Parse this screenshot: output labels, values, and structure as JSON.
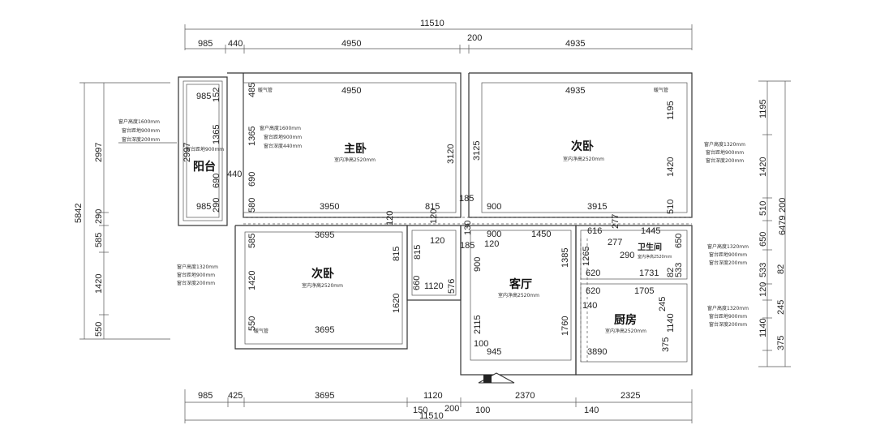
{
  "rooms": {
    "master_bedroom": "主卧",
    "second_bedroom_right": "次卧",
    "second_bedroom_left": "次卧",
    "balcony": "阳台",
    "living_room": "客厅",
    "kitchen": "厨房",
    "bathroom": "卫生间"
  },
  "room_heights": {
    "master_bedroom": "室内净高2520mm",
    "second_bedroom_right": "室内净高2520mm",
    "second_bedroom_left": "室内净高2520mm",
    "living_room": "室内净高2520mm",
    "kitchen": "室内净高2520mm",
    "bathroom": "室内净高2520mm"
  },
  "top_dims": {
    "overall": "11510",
    "gap": "200",
    "row": [
      "985",
      "440",
      "4950",
      "4935"
    ]
  },
  "bottom_dims": {
    "overall": "11510",
    "row": [
      "985",
      "425",
      "3695",
      "1120",
      "2370",
      "2325"
    ],
    "small": [
      "150",
      "200",
      "100",
      "140"
    ]
  },
  "left_dims": {
    "overall": "5842",
    "outer": [
      "2997",
      "290",
      "585",
      "1420",
      "550"
    ]
  },
  "right_dims": {
    "overall": "6479",
    "small": "200",
    "outer": [
      "1195",
      "1420",
      "510",
      "650",
      "82",
      "533",
      "120",
      "245",
      "1140",
      "375"
    ]
  },
  "interior_dims": {
    "master_top": "4950",
    "master_bottom": "3950",
    "master_right": "3120",
    "master_left_a": "485",
    "master_left_b": "1365",
    "master_left_c": "690",
    "master_left_d": "580",
    "balcony_top": "985",
    "balcony_bottom": "985",
    "balcony_side": "2997",
    "balcony_a": "152",
    "balcony_b": "1365",
    "balcony_c": "690",
    "balcony_d": "290",
    "balcony_gap": "440",
    "bed2_top": "4935",
    "bed2_bottom": "3915",
    "bed2_left": "3125",
    "bed2_right_a": "1195",
    "bed2_right_b": "1420",
    "bed2_right_c": "510",
    "bed3_top": "3695",
    "bed3_bottom": "3695",
    "bed3_left_a": "585",
    "bed3_left_b": "1420",
    "bed3_left_c": "550",
    "bed3_right_a": "815",
    "bed3_right_b": "1620",
    "hall_815": "815",
    "hall_120a": "120",
    "hall_120b": "120",
    "hall_120c": "120",
    "hall_1120": "1120",
    "hall_660": "660",
    "hall_576": "576",
    "hall_815b": "815",
    "hall_185a": "185",
    "hall_185b": "185",
    "hall_130": "130",
    "hall_900": "900",
    "living_900a": "900",
    "living_900b": "900",
    "living_1450": "1450",
    "living_120": "120",
    "living_1385": "1385",
    "living_2115": "2115",
    "living_1760": "1760",
    "living_100": "100",
    "living_945": "945",
    "bath_616": "616",
    "bath_1445": "1445",
    "bath_277a": "277",
    "bath_277b": "277",
    "bath_1265": "1265",
    "bath_290": "290",
    "bath_650": "650",
    "bath_620": "620",
    "bath_1731": "1731",
    "bath_82": "82",
    "bath_533": "533",
    "kitchen_620": "620",
    "kitchen_1705": "1705",
    "kitchen_140": "140",
    "kitchen_245": "245",
    "kitchen_1140": "1140",
    "kitchen_375": "375",
    "kitchen_3890": "3890"
  },
  "window_notes": {
    "balcony": [
      "窗户高度1600mm",
      "窗台距地900mm",
      "窗台深度200mm"
    ],
    "balcony_small": "窗台距地900mm",
    "master": [
      "窗户高度1600mm",
      "窗台距地900mm",
      "窗台深度440mm"
    ],
    "bed2": [
      "窗户高度1320mm",
      "窗台距地900mm",
      "窗台深度200mm"
    ],
    "bed3": [
      "窗户高度1320mm",
      "窗台距地900mm",
      "窗台深度200mm"
    ],
    "bath": [
      "窗户高度1320mm",
      "窗台距地900mm",
      "窗台深度200mm"
    ],
    "kitchen": [
      "窗户高度1320mm",
      "窗台距地900mm",
      "窗台深度200mm"
    ]
  },
  "heating_pipes": [
    "暖气管",
    "暖气管",
    "暖气管"
  ]
}
